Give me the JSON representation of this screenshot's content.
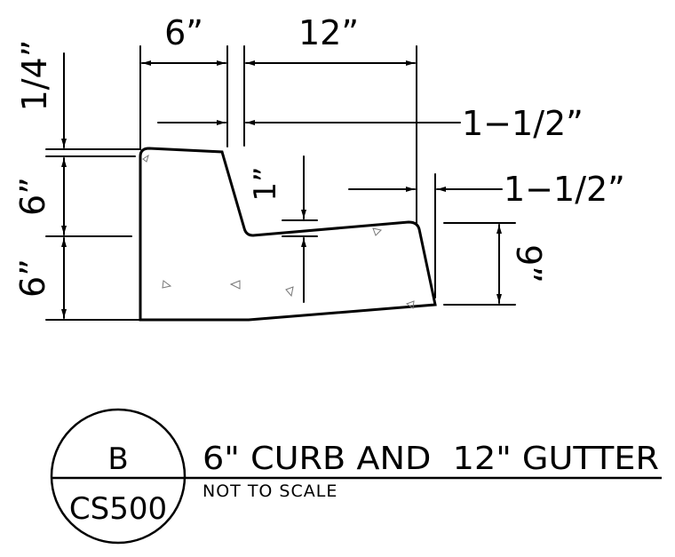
{
  "dimensions": {
    "curb_top_width": "6”",
    "gutter_width": "12”",
    "curb_face_offset": "1−1/2”",
    "gutter_edge_offset": "1−1/2”",
    "top_drop": "1/4”",
    "curb_height_upper": "6”",
    "curb_height_lower": "6”",
    "gutter_depression": "1”",
    "gutter_edge_height": "9”"
  },
  "callout": {
    "detail_letter": "B",
    "sheet_number": "CS500"
  },
  "title": {
    "main": "6\" CURB AND  12\" GUTTER",
    "subtitle": "NOT TO SCALE"
  }
}
